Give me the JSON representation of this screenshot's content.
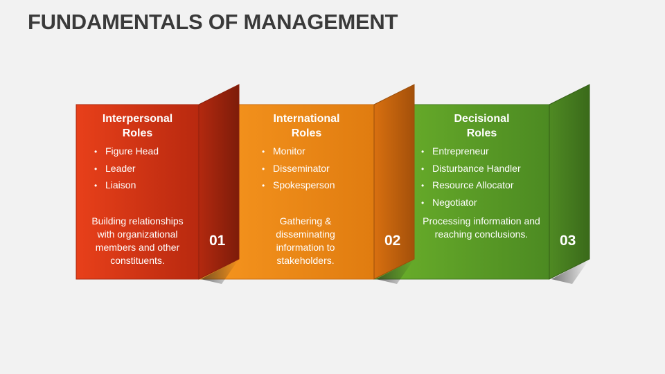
{
  "title": "FUNDAMENTALS OF MANAGEMENT",
  "panels": [
    {
      "heading": [
        "Interpersonal",
        "Roles"
      ],
      "items": [
        "Figure Head",
        "Leader",
        "Liaison"
      ],
      "description": "Building relationships with organizational members and other constituents.",
      "number": "01",
      "color": "#e23b16"
    },
    {
      "heading": [
        "International",
        "Roles"
      ],
      "items": [
        "Monitor",
        "Disseminator",
        "Spokesperson"
      ],
      "description": "Gathering & disseminating information to stakeholders.",
      "number": "02",
      "color": "#f0901e"
    },
    {
      "heading": [
        "Decisional",
        "Roles"
      ],
      "items": [
        "Entrepreneur",
        "Disturbance Handler",
        "Resource Allocator",
        "Negotiator"
      ],
      "description": "Processing information and reaching conclusions.",
      "number": "03",
      "color": "#5fa02a"
    }
  ]
}
